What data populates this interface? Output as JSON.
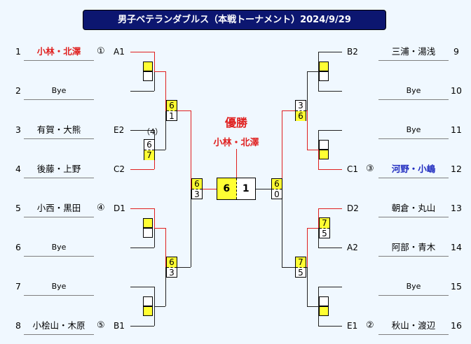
{
  "title": "男子ベテランダブルス（本戦トーナメント）2024/9/29",
  "champion": {
    "label": "優勝",
    "name": "小林・北澤"
  },
  "final": {
    "left": "6",
    "right": "1"
  },
  "left_players": [
    {
      "num": "1",
      "name": "小林・北澤",
      "seed": "①",
      "slot": "A1"
    },
    {
      "num": "2",
      "name": "Bye",
      "seed": "",
      "slot": ""
    },
    {
      "num": "3",
      "name": "有賀・大熊",
      "seed": "",
      "slot": "E2"
    },
    {
      "num": "4",
      "name": "後藤・上野",
      "seed": "",
      "slot": "C2"
    },
    {
      "num": "5",
      "name": "小西・黒田",
      "seed": "④",
      "slot": "D1"
    },
    {
      "num": "6",
      "name": "Bye",
      "seed": "",
      "slot": ""
    },
    {
      "num": "7",
      "name": "Bye",
      "seed": "",
      "slot": ""
    },
    {
      "num": "8",
      "name": "小桧山・木原",
      "seed": "⑤",
      "slot": "B1"
    }
  ],
  "right_players": [
    {
      "num": "9",
      "name": "三浦・湯浅",
      "seed": "",
      "slot": "B2"
    },
    {
      "num": "10",
      "name": "Bye",
      "seed": "",
      "slot": ""
    },
    {
      "num": "11",
      "name": "Bye",
      "seed": "",
      "slot": ""
    },
    {
      "num": "12",
      "name": "河野・小嶋",
      "seed": "③",
      "slot": "C1"
    },
    {
      "num": "13",
      "name": "朝倉・丸山",
      "seed": "",
      "slot": "D2"
    },
    {
      "num": "14",
      "name": "阿部・青木",
      "seed": "",
      "slot": "A2"
    },
    {
      "num": "15",
      "name": "Bye",
      "seed": "",
      "slot": ""
    },
    {
      "num": "16",
      "name": "秋山・渡辺",
      "seed": "②",
      "slot": "E1"
    }
  ],
  "annotations": {
    "r1_note": "（4）"
  },
  "scores": {
    "L_r1_b": {
      "top": "6",
      "bot": "7"
    },
    "L_qf_a": {
      "top": "6",
      "bot": "1"
    },
    "L_qf_b": {
      "top": "6",
      "bot": "3"
    },
    "L_sf": {
      "top": "6",
      "bot": "3"
    },
    "R_qf_a": {
      "top": "3",
      "bot": "6"
    },
    "R_r1_c": {
      "top": "7",
      "bot": "5"
    },
    "R_qf_b": {
      "top": "7",
      "bot": "5"
    },
    "R_sf": {
      "top": "6",
      "bot": "0"
    }
  },
  "colors": {
    "title_bg": "#0c1670",
    "win_line": "#e0201f",
    "highlight": "#ffff33",
    "seed3_blue": "#1f2bbf"
  }
}
